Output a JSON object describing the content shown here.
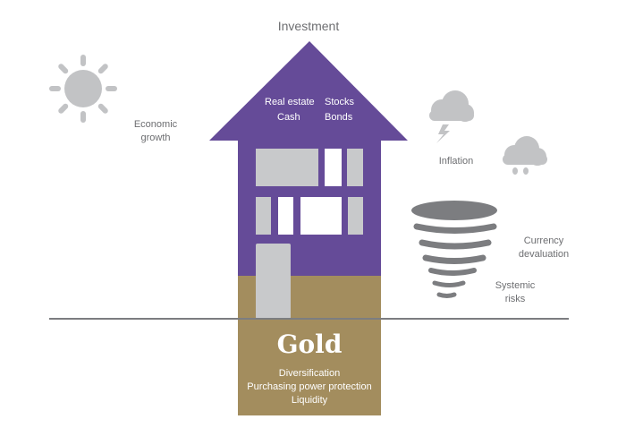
{
  "title": "Investment",
  "house": {
    "labels": {
      "real_estate": "Real estate",
      "stocks": "Stocks",
      "cash": "Cash",
      "bonds": "Bonds"
    }
  },
  "risks": {
    "economic_growth": [
      "Economic",
      "growth"
    ],
    "inflation": "Inflation",
    "currency_devaluation": [
      "Currency",
      "devaluation"
    ],
    "systemic_risks": [
      "Systemic",
      "risks"
    ]
  },
  "foundation": {
    "title": "Gold",
    "benefits": [
      "Diversification",
      "Purchasing power protection",
      "Liquidity"
    ]
  },
  "icons": [
    "sun-icon",
    "storm-cloud-icon",
    "rain-cloud-icon",
    "tornado-icon"
  ],
  "colors": {
    "house_purple": "#654b98",
    "gold": "#a38d5e",
    "gray_icon": "#c2c3c5",
    "window_gray": "#c8c9cb",
    "ground_line": "#7c7d80",
    "label_gray": "#6d6e71"
  }
}
